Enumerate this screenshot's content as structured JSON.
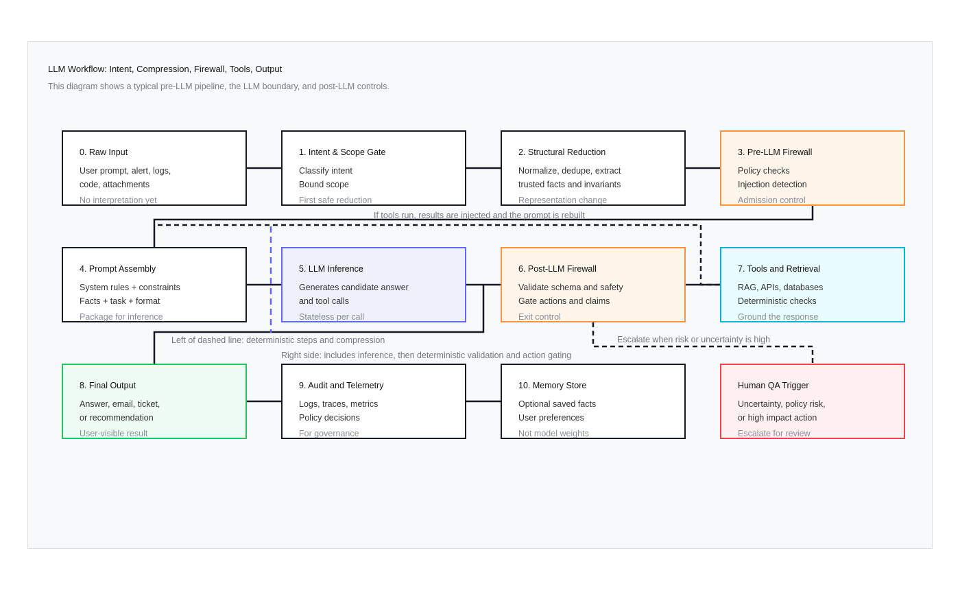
{
  "title": "LLM Workflow: Intent, Compression, Firewall, Tools, Output",
  "subtitle": "This diagram shows a typical pre-LLM pipeline, the LLM boundary, and post-LLM controls.",
  "colors": {
    "default": "#151a24",
    "inference": "#6366f1",
    "firewall": "#fb923c",
    "tools": "#06b6d4",
    "output": "#22c55e",
    "human": "#ef4444"
  },
  "nodes": [
    {
      "title": "0. Raw Input",
      "line1": "User prompt, alert, logs,",
      "line2": "code, attachments",
      "footer": "No interpretation yet"
    },
    {
      "title": "1. Intent & Scope Gate",
      "line1": "Classify intent",
      "line2": "Bound scope",
      "footer": "First safe reduction"
    },
    {
      "title": "2. Structural Reduction",
      "line1": "Normalize, dedupe, extract",
      "line2": "trusted facts and invariants",
      "footer": "Representation change"
    },
    {
      "title": "3. Pre-LLM Firewall",
      "line1": "Policy checks",
      "line2": "Injection detection",
      "footer": "Admission control"
    },
    {
      "title": "4. Prompt Assembly",
      "line1": "System rules + constraints",
      "line2": "Facts + task + format",
      "footer": "Package for inference"
    },
    {
      "title": "5. LLM Inference",
      "line1": "Generates candidate answer",
      "line2": "and tool calls",
      "footer": "Stateless per call"
    },
    {
      "title": "6. Post-LLM Firewall",
      "line1": "Validate schema and safety",
      "line2": "Gate actions and claims",
      "footer": "Exit control"
    },
    {
      "title": "7. Tools and Retrieval",
      "line1": "RAG, APIs, databases",
      "line2": "Deterministic checks",
      "footer": "Ground the response"
    },
    {
      "title": "8. Final Output",
      "line1": "Answer, email, ticket,",
      "line2": "or recommendation",
      "footer": "User-visible result"
    },
    {
      "title": "9. Audit and Telemetry",
      "line1": "Logs, traces, metrics",
      "line2": "Policy decisions",
      "footer": "For governance"
    },
    {
      "title": "10. Memory Store",
      "line1": "Optional saved facts",
      "line2": "User preferences",
      "footer": "Not model weights"
    },
    {
      "title": "Human QA Trigger",
      "line1": "Uncertainty, policy risk,",
      "line2": "or high impact action",
      "footer": "Escalate for review"
    }
  ],
  "labels": {
    "tool_loop": "If tools run, results are injected and the prompt is rebuilt",
    "escalate": "Escalate when risk or uncertainty is high",
    "left_side": "Left of dashed line: deterministic steps and compression",
    "right_side": "Right side: includes inference, then deterministic validation and action gating"
  }
}
